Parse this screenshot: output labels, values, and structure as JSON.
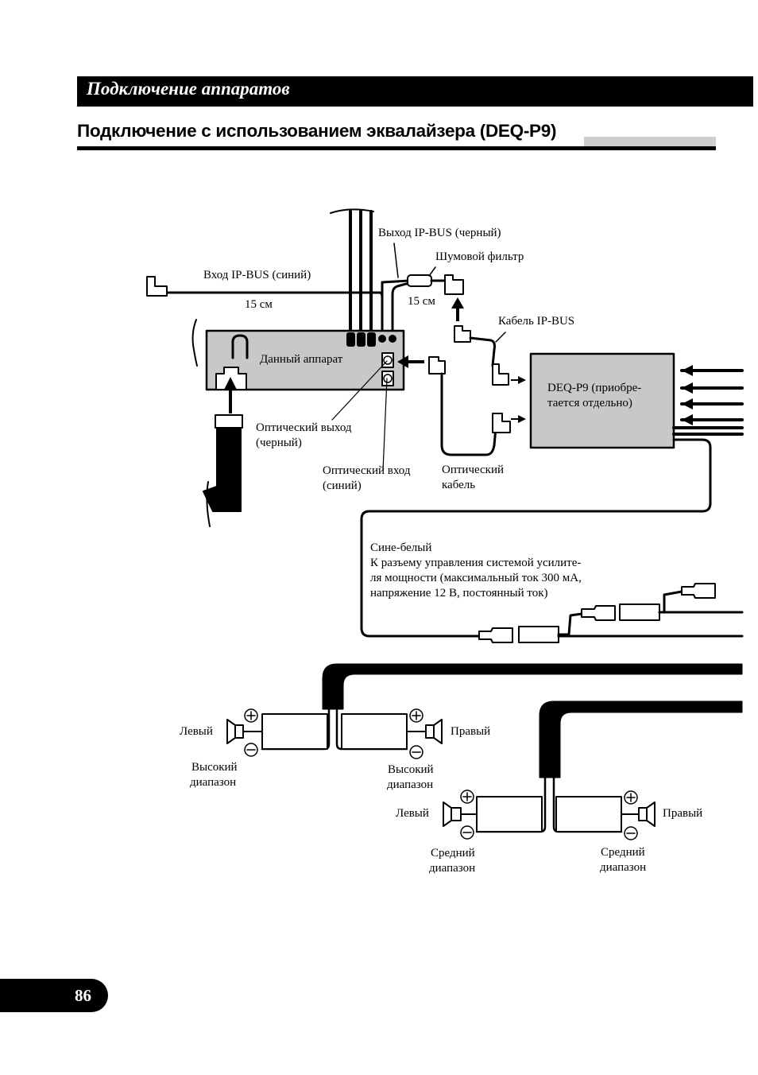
{
  "header": {
    "section": "Подключение аппаратов"
  },
  "title": "Подключение с использованием эквалайзера (DEQ-P9)",
  "labels": {
    "ipbus_out": "Выход IP-BUS (черный)",
    "noise_filter": "Шумовой фильтр",
    "ipbus_in": "Вход IP-BUS (синий)",
    "len_left": "15 см",
    "len_right": "15 см",
    "ipbus_cable": "Кабель IP-BUS",
    "this_unit": "Данный аппарат",
    "deq_line1": "DEQ-P9 (приобре-",
    "deq_line2": "тается отдельно)",
    "opt_out_line1": "Оптический выход",
    "opt_out_line2": "(черный)",
    "opt_in_line1": "Оптический вход",
    "opt_in_line2": "(синий)",
    "opt_cable_line1": "Оптический",
    "opt_cable_line2": "кабель",
    "blue_white": "Сине-белый",
    "amp_line1": "К разъему управления системой усилите-",
    "amp_line2": "ля мощности (максимальный ток 300 мА,",
    "amp_line3": "напряжение 12 В, постоянный ток)",
    "left1": "Левый",
    "right1": "Правый",
    "high_left_1": "Высокий",
    "high_left_2": "диапазон",
    "high_right_1": "Высокий",
    "high_right_2": "диапазон",
    "left2": "Левый",
    "right2": "Правый",
    "mid_left_1": "Средний",
    "mid_left_2": "диапазон",
    "mid_right_1": "Средний",
    "mid_right_2": "диапазон"
  },
  "page_number": "86"
}
